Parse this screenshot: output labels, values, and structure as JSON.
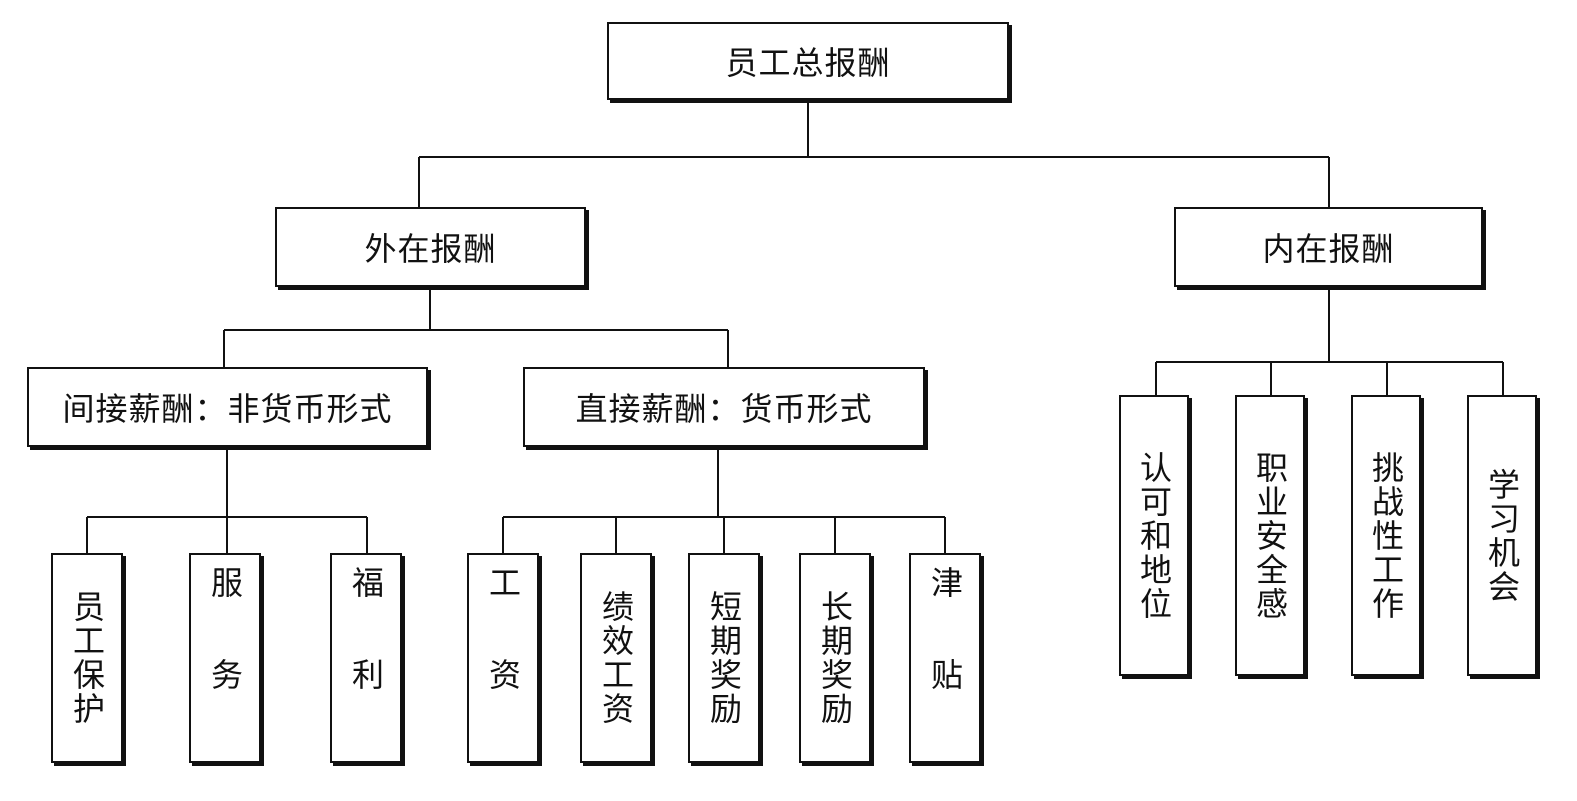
{
  "diagram": {
    "root": {
      "label": "员工总报酬"
    },
    "extrinsic": {
      "label": "外在报酬",
      "indirect": {
        "label": "间接薪酬：非货币形式",
        "items": [
          "员工保护",
          "服务",
          "福利"
        ]
      },
      "direct": {
        "label": "直接薪酬：货币形式",
        "items": [
          "工资",
          "绩效工资",
          "短期奖励",
          "长期奖励",
          "津贴"
        ]
      }
    },
    "intrinsic": {
      "label": "内在报酬",
      "items": [
        "认可和地位",
        "职业安全感",
        "挑战性工作",
        "学习机会"
      ]
    }
  }
}
